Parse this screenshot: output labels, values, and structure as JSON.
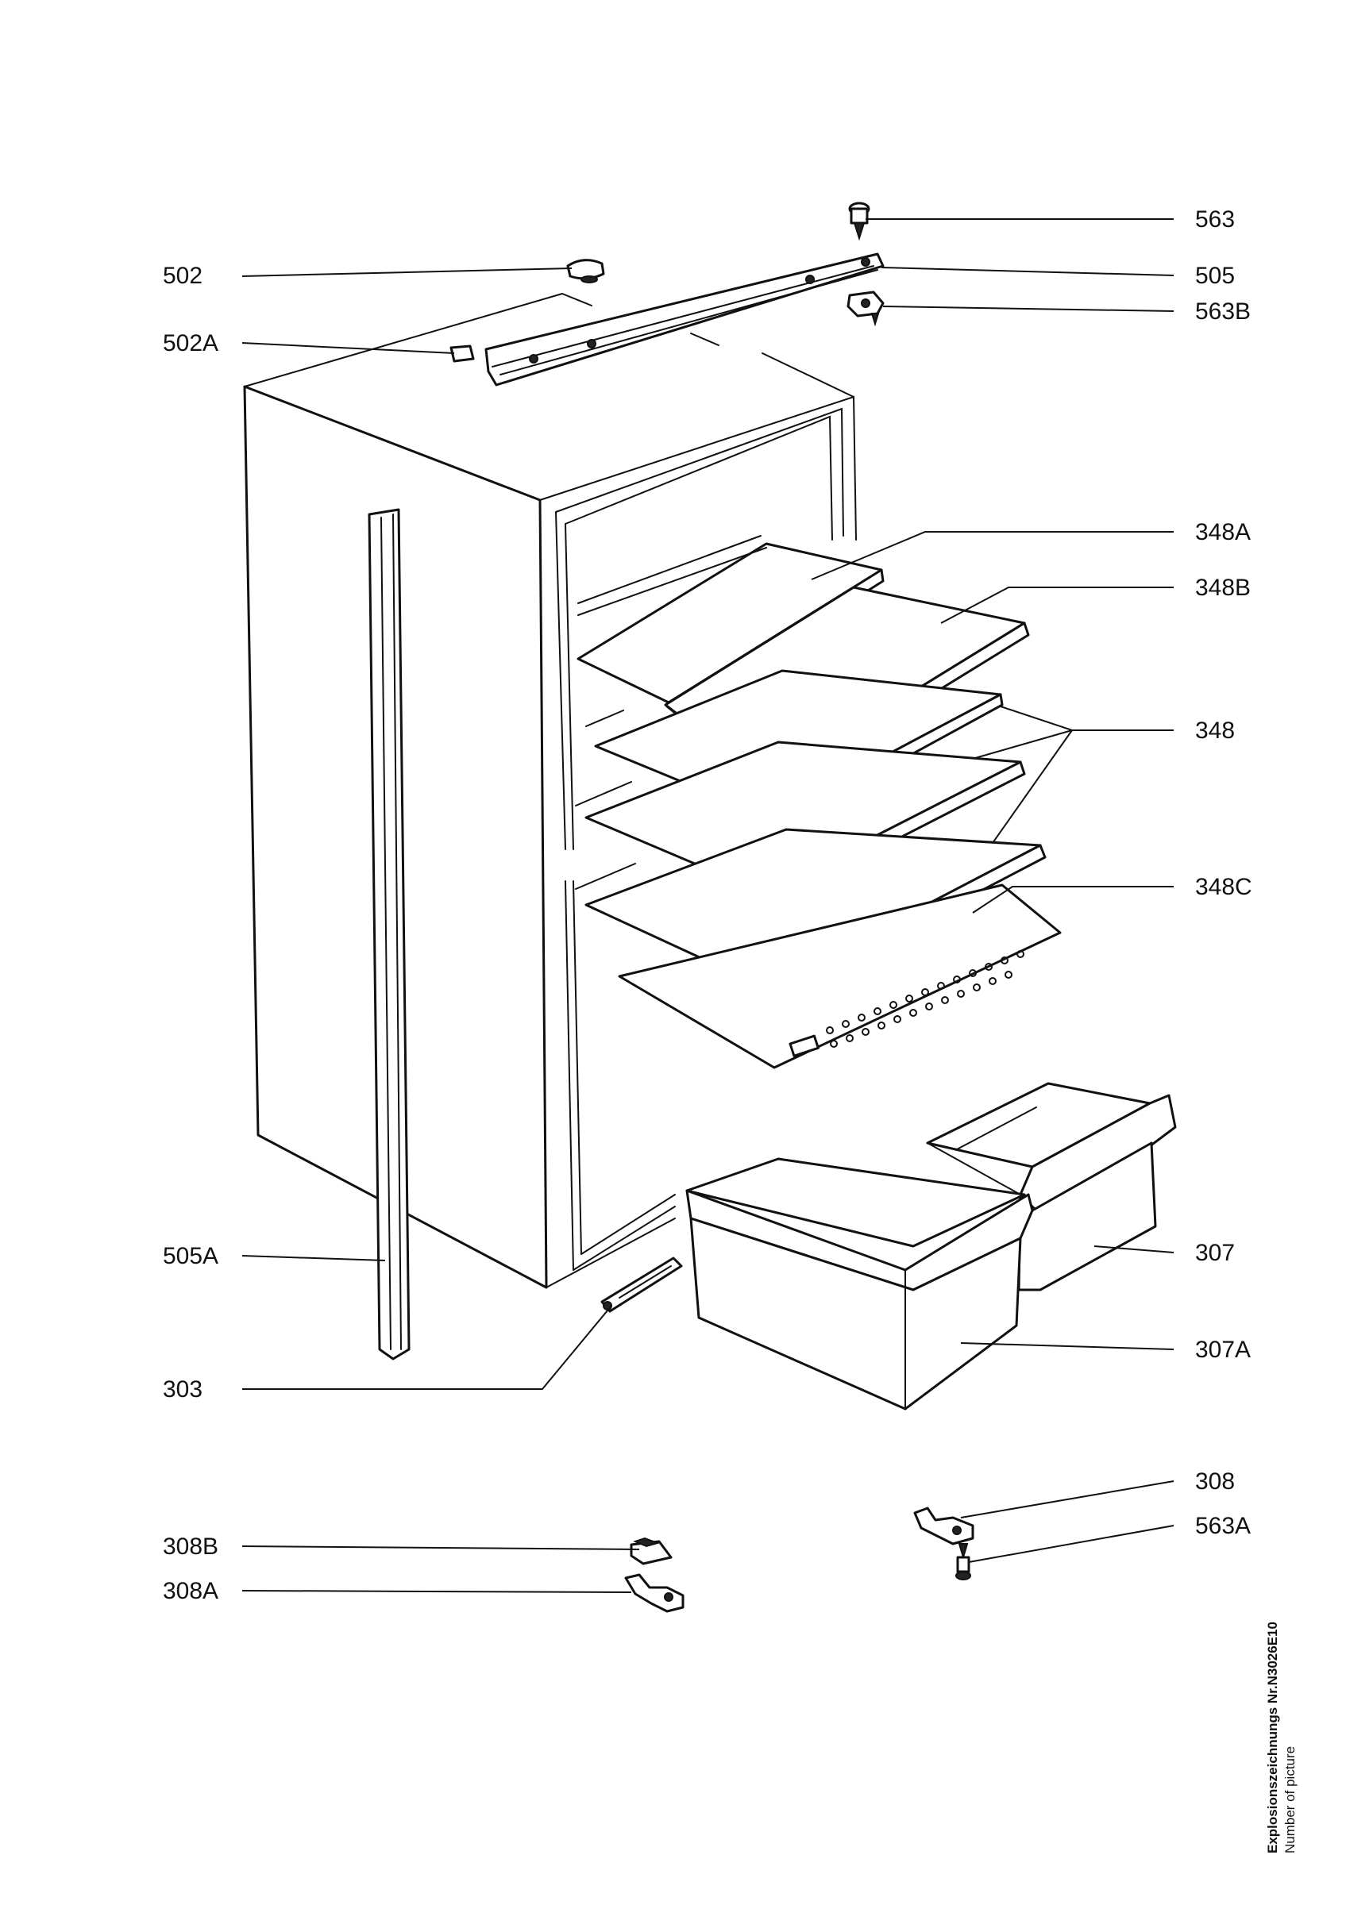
{
  "callouts": {
    "c563": "563",
    "c505": "505",
    "c563B": "563B",
    "c502": "502",
    "c502A": "502A",
    "c348A": "348A",
    "c348B": "348B",
    "c348": "348",
    "c348C": "348C",
    "c505A": "505A",
    "c307": "307",
    "c303": "303",
    "c307A": "307A",
    "c308": "308",
    "c563A": "563A",
    "c308B": "308B",
    "c308A": "308A"
  },
  "drawing_number": {
    "line1": "Explosionszeichnungs Nr.N3026E10",
    "line2": "Number of picture"
  }
}
